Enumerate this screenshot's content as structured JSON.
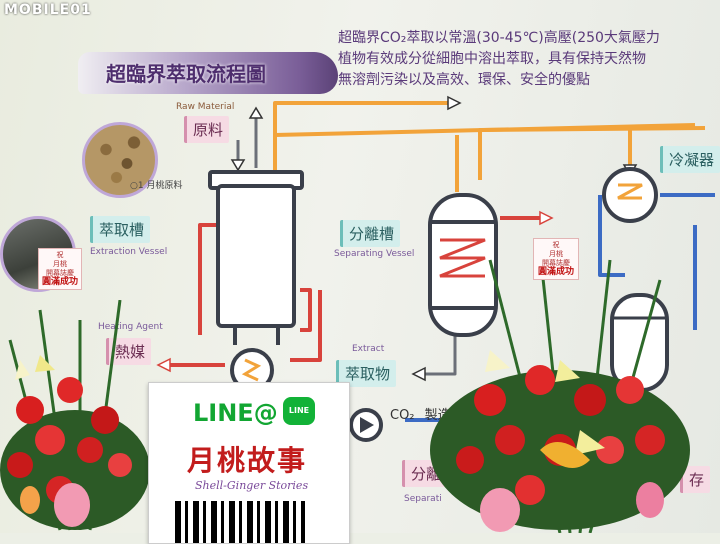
{
  "watermark": "MOBILE01",
  "description_lines": [
    "超臨界CO₂萃取以常溫(30-45℃)高壓(250大氣壓力",
    "植物有效成分從細胞中溶出萃取，具有保持天然物",
    "無溶劑污染以及高效、環保、安全的優點"
  ],
  "banner_title": "超臨界萃取流程圖",
  "labels": {
    "raw_material_en": "Raw Material",
    "raw_material": "原料",
    "photo_caption": "○1 月桃原料",
    "extraction_vessel": "萃取槽",
    "extraction_vessel_en": "Extraction Vessel",
    "heating_agent_en": "Heating Agent",
    "heating_agent": "熱媒",
    "separating_vessel": "分離槽",
    "separating_vessel_en": "Separating Vessel",
    "extract_en": "Extract",
    "extract": "萃取物",
    "condenser": "冷凝器",
    "co2": "CO₂",
    "co2_partial": "製造",
    "separation_partial": "分離",
    "separation_en_partial": "Separati",
    "storage_partial": "存"
  },
  "cards": {
    "left": [
      "祝",
      "月桃",
      "開幕誌慶",
      "圓滿成功"
    ],
    "right": [
      "祝",
      "月桃",
      "開幕誌慶",
      "圓滿成功"
    ]
  },
  "board": {
    "line_text": "LINE@",
    "line_badge": "LINE",
    "brand_zh": "月桃故事",
    "brand_en": "Shell-Ginger Stories"
  },
  "colors": {
    "pipe_orange": "#f2a33a",
    "pipe_red": "#d8433c",
    "pipe_blue": "#3c6bc4",
    "vessel_outline": "#3a3f4a",
    "accent_purple": "#5b4277"
  }
}
